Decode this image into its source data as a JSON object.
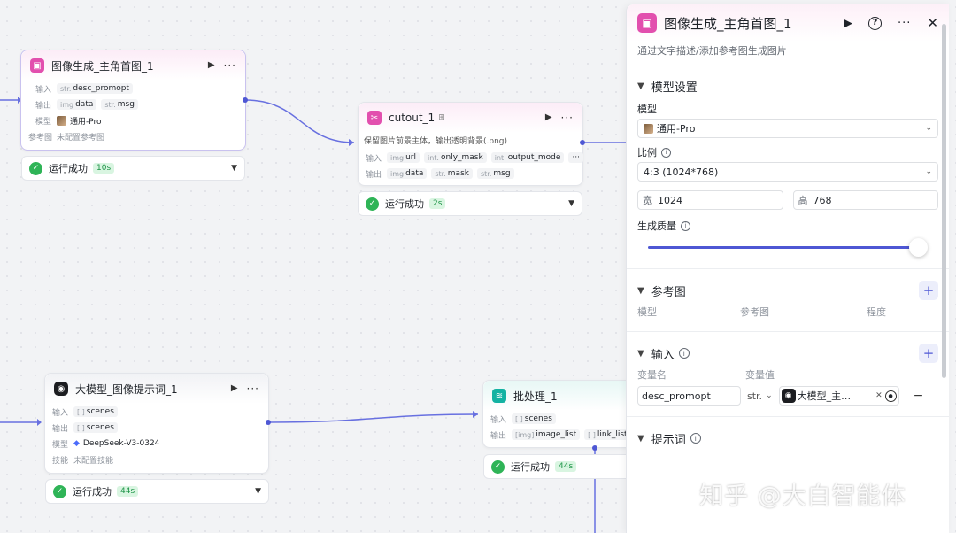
{
  "nodes": {
    "image_gen": {
      "title": "图像生成_主角首图_1",
      "input_label": "输入",
      "input_type": "str.",
      "input_var": "desc_promopt",
      "output_label": "输出",
      "output_vars": [
        {
          "type": "img",
          "name": "data"
        },
        {
          "type": "str.",
          "name": "msg"
        }
      ],
      "model_label": "模型",
      "model_value": "通用-Pro",
      "ref_label": "参考图",
      "ref_value": "未配置参考图",
      "status": "运行成功",
      "time": "10s"
    },
    "cutout": {
      "title": "cutout_1",
      "desc": "保留图片前景主体，输出透明背景(.png)",
      "input_label": "输入",
      "input_vars": [
        {
          "type": "img",
          "name": "url"
        },
        {
          "type": "int.",
          "name": "only_mask"
        },
        {
          "type": "int.",
          "name": "output_mode"
        }
      ],
      "output_label": "输出",
      "output_vars": [
        {
          "type": "img",
          "name": "data"
        },
        {
          "type": "str.",
          "name": "mask"
        },
        {
          "type": "str.",
          "name": "msg"
        }
      ],
      "status": "运行成功",
      "time": "2s"
    },
    "llm": {
      "title": "大模型_图像提示词_1",
      "input_label": "输入",
      "input_type": "[ ]",
      "input_var": "scenes",
      "output_label": "输出",
      "output_type": "[ ]",
      "output_var": "scenes",
      "model_label": "模型",
      "model_value": "DeepSeek-V3-0324",
      "skill_label": "技能",
      "skill_value": "未配置技能",
      "status": "运行成功",
      "time": "44s"
    },
    "batch": {
      "title": "批处理_1",
      "input_label": "输入",
      "input_type": "[ ]",
      "input_var": "scenes",
      "output_label": "输出",
      "output_vars": [
        {
          "type": "[img]",
          "name": "image_list"
        },
        {
          "type": "[ ]",
          "name": "link_list"
        }
      ],
      "status": "运行成功",
      "time": "44s"
    }
  },
  "panel": {
    "title": "图像生成_主角首图_1",
    "subtitle": "通过文字描述/添加参考图生成图片",
    "model_section": "模型设置",
    "model_label": "模型",
    "model_value": "通用-Pro",
    "ratio_label": "比例",
    "ratio_value": "4:3 (1024*768)",
    "width_label": "宽",
    "width_value": "1024",
    "height_label": "高",
    "height_value": "768",
    "quality_label": "生成质量",
    "quality_level": 1.0,
    "ref_section": "参考图",
    "ref_cols": [
      "模型",
      "参考图",
      "程度"
    ],
    "input_section": "输入",
    "var_name_col": "变量名",
    "var_value_col": "变量值",
    "var_name": "desc_promopt",
    "var_type": "str.",
    "var_value": "大模型_主…",
    "prompt_section": "提示词"
  },
  "watermark": "知乎 @大白智能体",
  "colors": {
    "accent": "#4e57d4",
    "success": "#2fb457",
    "node_pink": "#e24fae",
    "node_teal": "#13b2a2"
  }
}
